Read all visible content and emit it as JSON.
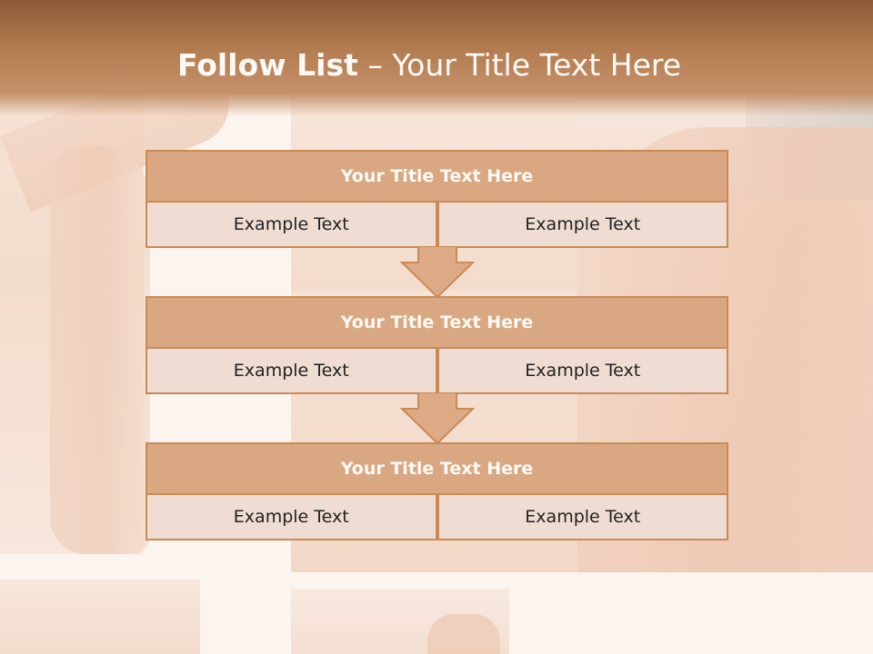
{
  "slide": {
    "title_bold": "Follow List",
    "title_rest": " – Your Title Text Here"
  },
  "blocks": [
    {
      "title": "Your Title Text Here",
      "left": "Example Text",
      "right": "Example Text"
    },
    {
      "title": "Your Title Text Here",
      "left": "Example Text",
      "right": "Example Text"
    },
    {
      "title": "Your Title Text Here",
      "left": "Example Text",
      "right": "Example Text"
    }
  ],
  "colors": {
    "header": "#b57d52",
    "box_fill": "#d9a882",
    "cell_fill": "#efddd3",
    "border": "#c98a56"
  }
}
